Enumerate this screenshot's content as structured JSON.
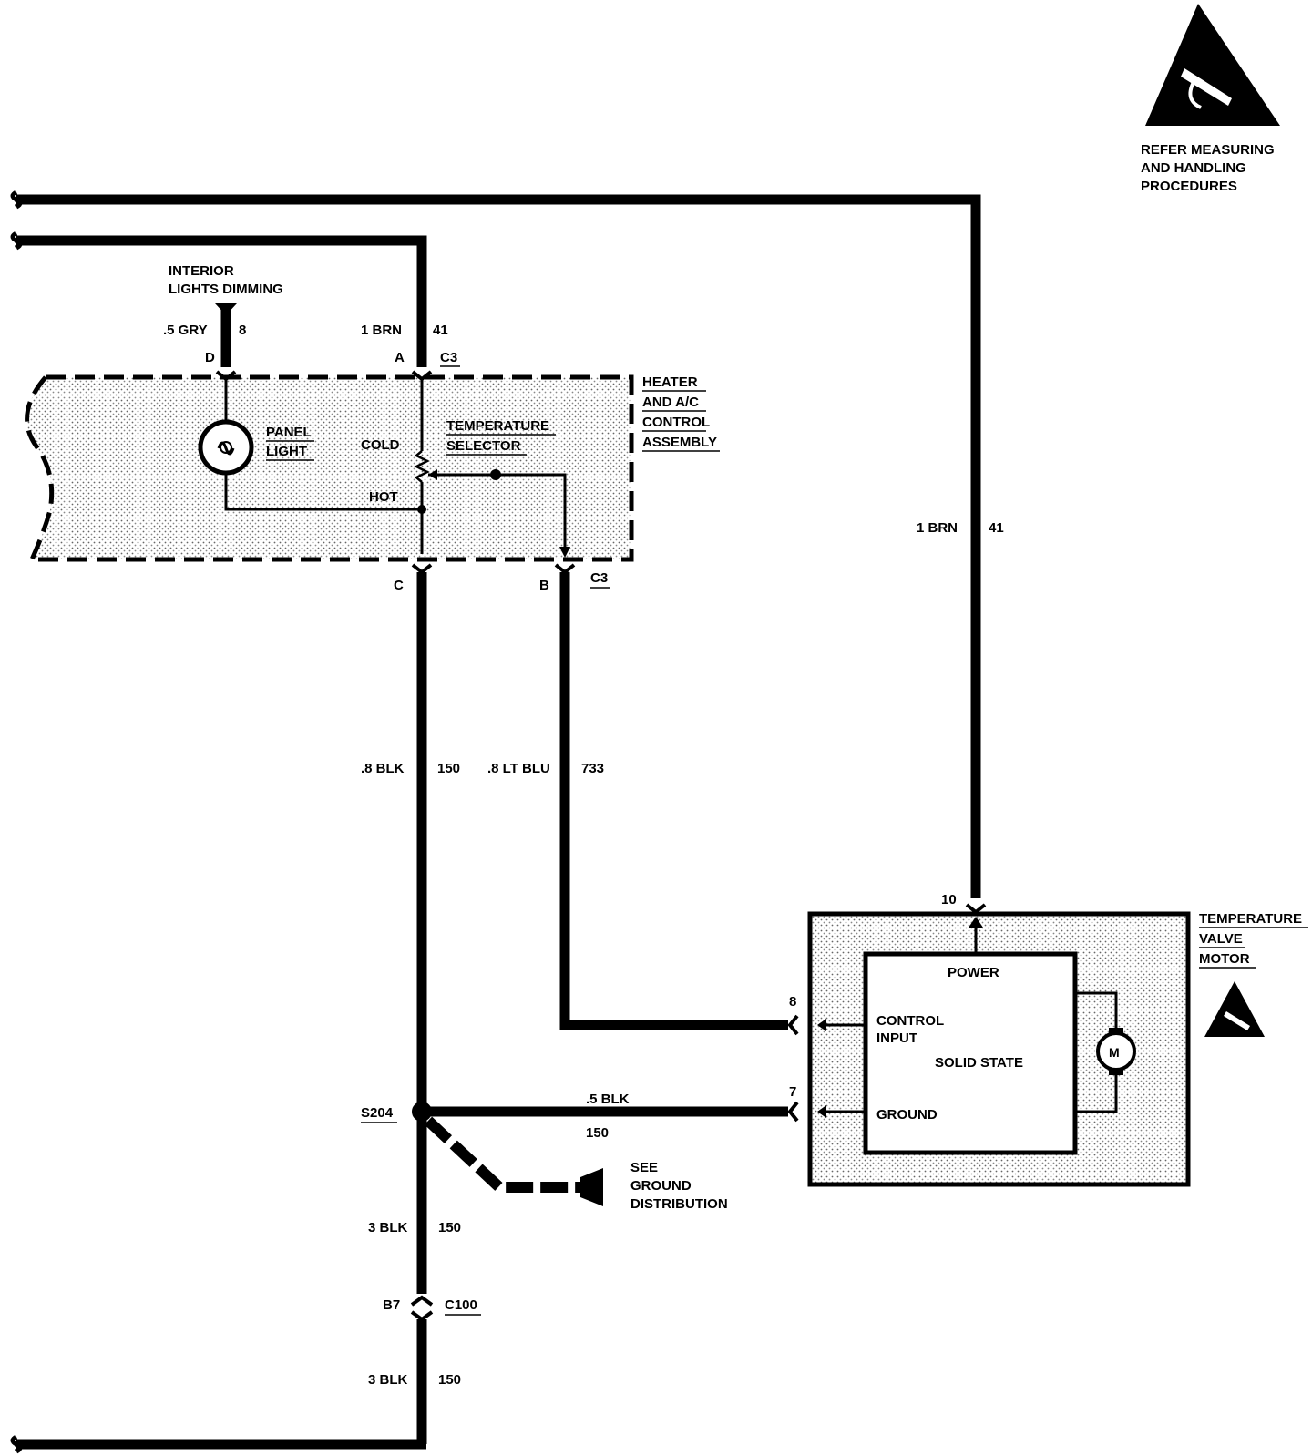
{
  "esd_notice": [
    "REFER MEASURING",
    "AND HANDLING",
    "PROCEDURES"
  ],
  "interior_lights": [
    "INTERIOR",
    "LIGHTS DIMMING"
  ],
  "wires": {
    "gry_size": ".5 GRY",
    "gry_circuit": "8",
    "brn_top_size": "1 BRN",
    "brn_top_circuit": "41",
    "brn_right_size": "1 BRN",
    "brn_right_circuit": "41",
    "blk_size": ".8 BLK",
    "blk_circuit": "150",
    "ltblu_size": ".8 LT BLU",
    "ltblu_circuit": "733",
    "blk5_size": ".5 BLK",
    "blk5_circuit": "150",
    "blk3_upper_size": "3 BLK",
    "blk3_upper_circuit": "150",
    "blk3_lower_size": "3 BLK",
    "blk3_lower_circuit": "150"
  },
  "pins": {
    "d": "D",
    "a": "A",
    "c": "C",
    "b": "B",
    "c3_top": "C3",
    "c3_bottom": "C3",
    "motor_power": "10",
    "motor_control": "8",
    "motor_ground": "7",
    "b7": "B7",
    "c100": "C100",
    "s204": "S204"
  },
  "heater_assembly": [
    "HEATER",
    "AND A/C",
    "CONTROL",
    "ASSEMBLY"
  ],
  "panel_light": [
    "PANEL",
    "LIGHT"
  ],
  "temperature_selector": [
    "TEMPERATURE",
    "SELECTOR"
  ],
  "selector_cold": "COLD",
  "selector_hot": "HOT",
  "motor_title": [
    "TEMPERATURE",
    "VALVE",
    "MOTOR"
  ],
  "motor_power_label": "POWER",
  "motor_control_label": [
    "CONTROL",
    "INPUT"
  ],
  "motor_solid_state": "SOLID STATE",
  "motor_ground_label": "GROUND",
  "motor_symbol": "M",
  "ground_ref": [
    "SEE",
    "GROUND",
    "DISTRIBUTION"
  ],
  "icons": [
    "esd-warning-icon",
    "lamp-icon",
    "motor-icon"
  ]
}
